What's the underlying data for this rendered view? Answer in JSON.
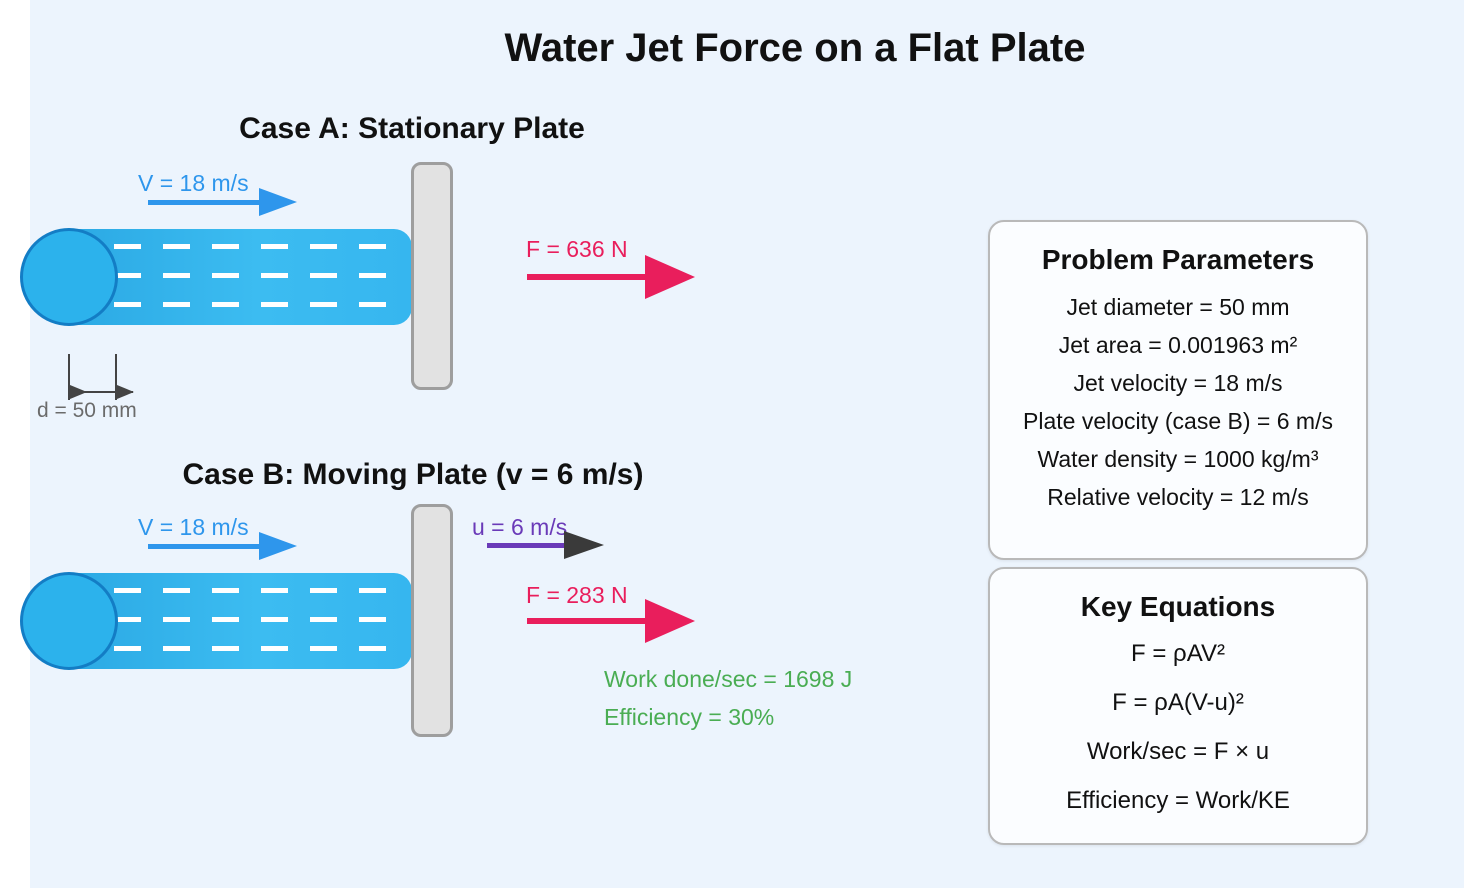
{
  "title": "Water Jet Force on a Flat Plate",
  "case_a": {
    "heading": "Case A: Stationary Plate",
    "jet_velocity_label": "V = 18 m/s",
    "force_label": "F = 636 N",
    "diameter_label": "d = 50 mm"
  },
  "case_b": {
    "heading": "Case B: Moving Plate (v = 6 m/s)",
    "jet_velocity_label": "V = 18 m/s",
    "plate_velocity_label": "u = 6 m/s",
    "force_label": "F = 283 N",
    "work_label": "Work done/sec = 1698 J",
    "efficiency_label": "Efficiency = 30%"
  },
  "panels": {
    "parameters": {
      "title": "Problem Parameters",
      "items": [
        "Jet diameter = 50 mm",
        "Jet area = 0.001963 m²",
        "Jet velocity = 18 m/s",
        "Plate velocity (case B) = 6 m/s",
        "Water density = 1000 kg/m³",
        "Relative velocity = 12 m/s"
      ]
    },
    "equations": {
      "title": "Key Equations",
      "items": [
        "F = ρAV²",
        "F = ρA(V-u)²",
        "Work/sec = F × u",
        "Efficiency = Work/KE"
      ]
    }
  },
  "colors": {
    "background": "#ecf4fd",
    "jet_blue": "#35b6f0",
    "nozzle_border": "#137dc5",
    "velocity_blue": "#2e96ec",
    "force_pink": "#e91e5c",
    "plate_velocity_purple": "#6a3ab8",
    "plate_arrowhead_dark": "#3a3a3a",
    "results_green": "#4aad53",
    "plate_gray": "#e2e2e2",
    "plate_border_gray": "#9e9e9e",
    "panel_background": "#fbfdff"
  }
}
